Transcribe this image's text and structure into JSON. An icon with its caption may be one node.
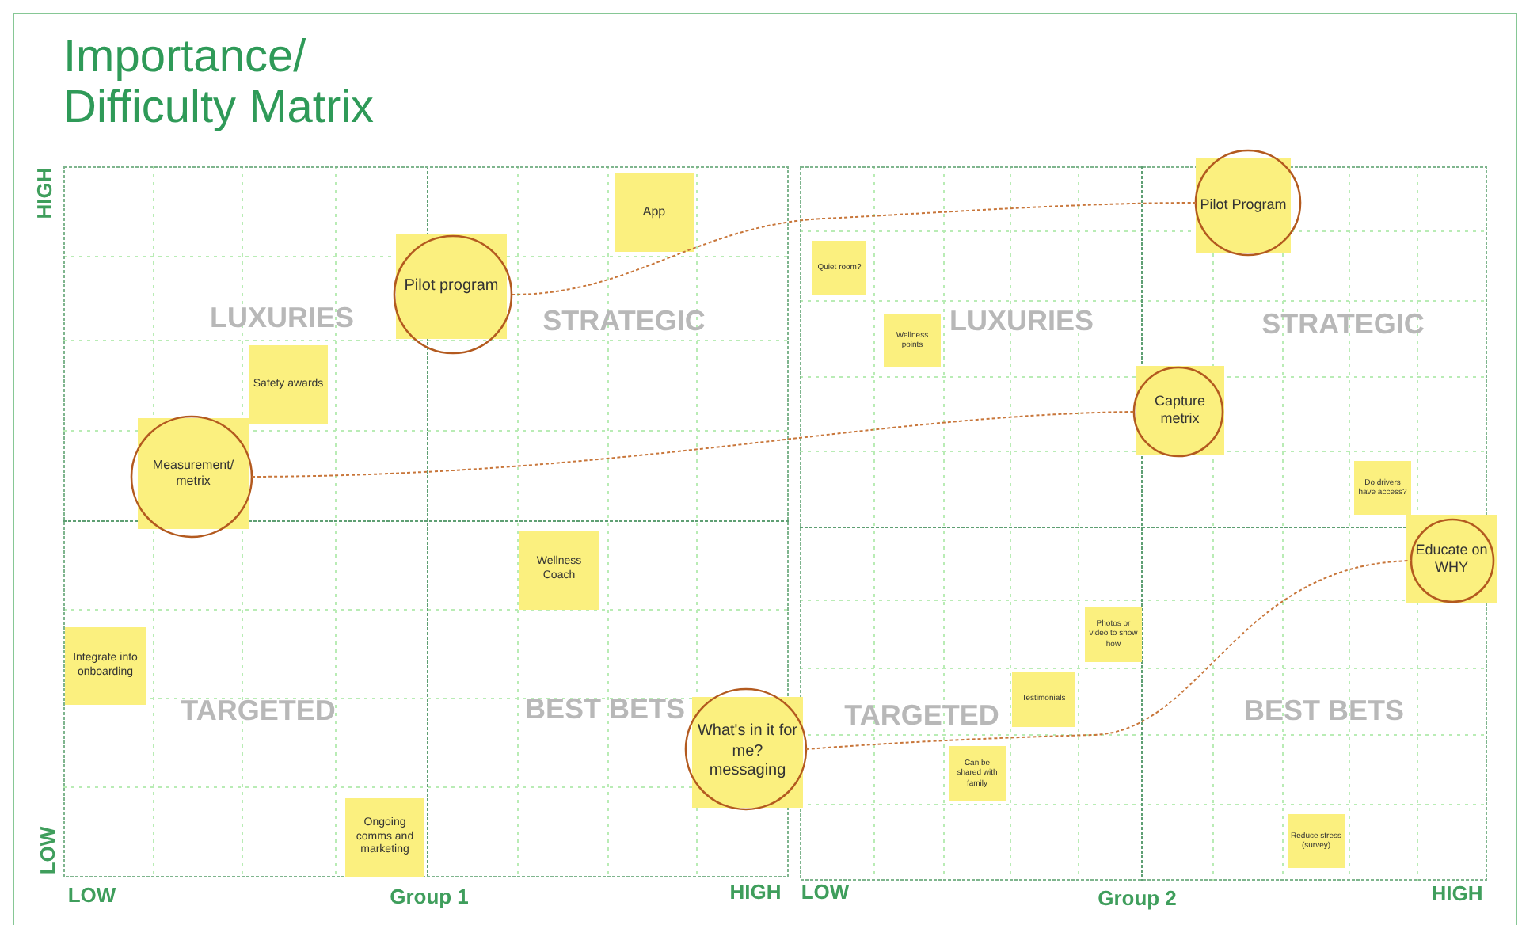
{
  "diagram": {
    "title": "Importance/ Difficulty Matrix",
    "nodes": [
      {
        "text": [
          "App"
        ]
      },
      {
        "text": [
          "Pilot program"
        ]
      },
      {
        "text": [
          "Safety awards"
        ]
      },
      {
        "text": [
          "Measurement/ metrix"
        ]
      },
      {
        "text": [
          "Wellness Coach"
        ]
      },
      {
        "text": [
          "Integrate into onboarding"
        ]
      },
      {
        "text": [
          "What's in it for me? messaging"
        ]
      },
      {
        "text": [
          "Ongoing comms and marketing"
        ]
      },
      {
        "text": [
          "Pilot Program"
        ]
      },
      {
        "text": [
          "Quiet room?"
        ]
      },
      {
        "text": [
          "Wellness points"
        ]
      },
      {
        "text": [
          "Capture metrix"
        ]
      },
      {
        "text": [
          "Do drivers have access?"
        ]
      },
      {
        "text": [
          "Educate on WHY"
        ]
      },
      {
        "text": [
          "Photos or video to show how"
        ]
      },
      {
        "text": [
          "Testimonials"
        ]
      },
      {
        "text": [
          "Can be shared with family"
        ]
      },
      {
        "text": [
          "Reduce stress (survey)"
        ]
      }
    ],
    "edges": [
      {
        "from": 1,
        "to": 8,
        "arrow": "none",
        "style": "dashed"
      },
      {
        "from": 3,
        "to": 11,
        "arrow": "none",
        "style": "dashed"
      },
      {
        "from": 6,
        "to": 13,
        "arrow": "none",
        "style": "dashed"
      }
    ],
    "labels": [
      "HIGH",
      "LOW",
      "LUXURIES",
      "STRATEGIC",
      "TARGETED",
      "BEST BETS",
      "LUXURIES",
      "STRATEGIC",
      "TARGETED",
      "BEST BETS",
      "LOW",
      "Group 1",
      "HIGH",
      "LOW",
      "Group 2",
      "HIGH"
    ]
  }
}
